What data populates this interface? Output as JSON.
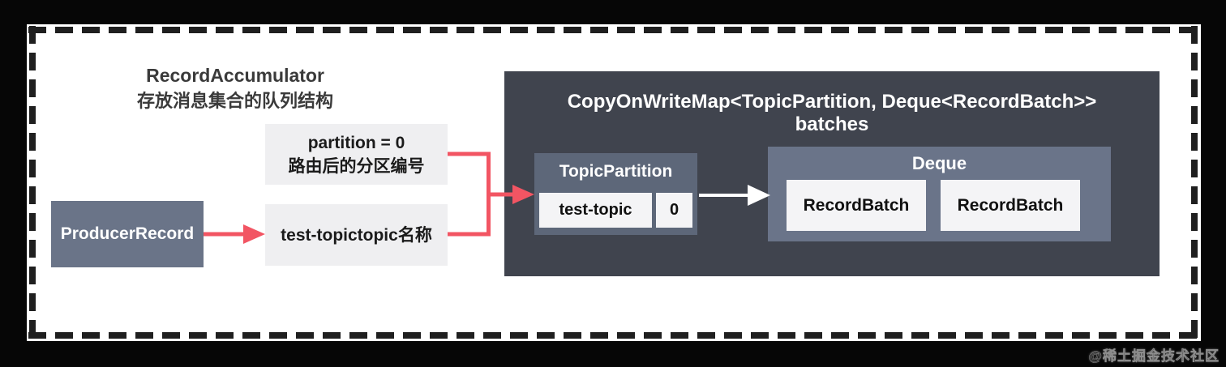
{
  "title": {
    "line1": "RecordAccumulator",
    "line2": "存放消息集合的队列结构"
  },
  "producer": {
    "label": "ProducerRecord"
  },
  "partition_note": {
    "line1": "partition = 0",
    "line2": "路由后的分区编号"
  },
  "topic_note": {
    "label": "test-topictopic名称"
  },
  "map_container": {
    "title_line1": "CopyOnWriteMap<TopicPartition, Deque<RecordBatch>>",
    "title_line2": "batches"
  },
  "topic_partition": {
    "title": "TopicPartition",
    "topic_value": "test-topic",
    "partition_value": "0"
  },
  "deque": {
    "title": "Deque",
    "items": [
      "RecordBatch",
      "RecordBatch"
    ]
  },
  "watermark": {
    "label": "@稀土掘金技术社区"
  },
  "colors": {
    "dash_color": "#1f1f1f",
    "slate": "#6a7488",
    "slate_mid": "#5d6779",
    "slate_light": "#6a7489",
    "dark_panel": "#40444e",
    "note_bg": "#efeff1",
    "white_box": "#f4f4f6",
    "accent_red": "#f25563",
    "arrow_white": "#ffffff"
  }
}
